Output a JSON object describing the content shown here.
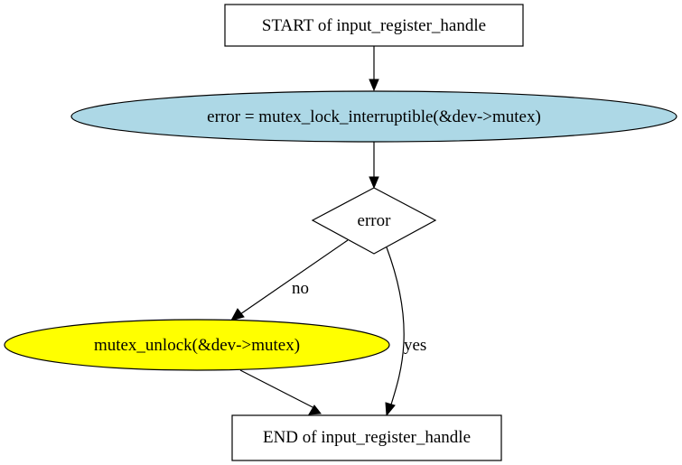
{
  "nodes": {
    "start": {
      "label": "START of input_register_handle",
      "fill": "#ffffff"
    },
    "lock": {
      "label": "error = mutex_lock_interruptible(&dev->mutex)",
      "fill": "#add8e6"
    },
    "decision": {
      "label": "error",
      "fill": "#ffffff"
    },
    "unlock": {
      "label": "mutex_unlock(&dev->mutex)",
      "fill": "#ffff00"
    },
    "end": {
      "label": "END of input_register_handle",
      "fill": "#ffffff"
    }
  },
  "edges": {
    "no_label": "no",
    "yes_label": "yes"
  }
}
